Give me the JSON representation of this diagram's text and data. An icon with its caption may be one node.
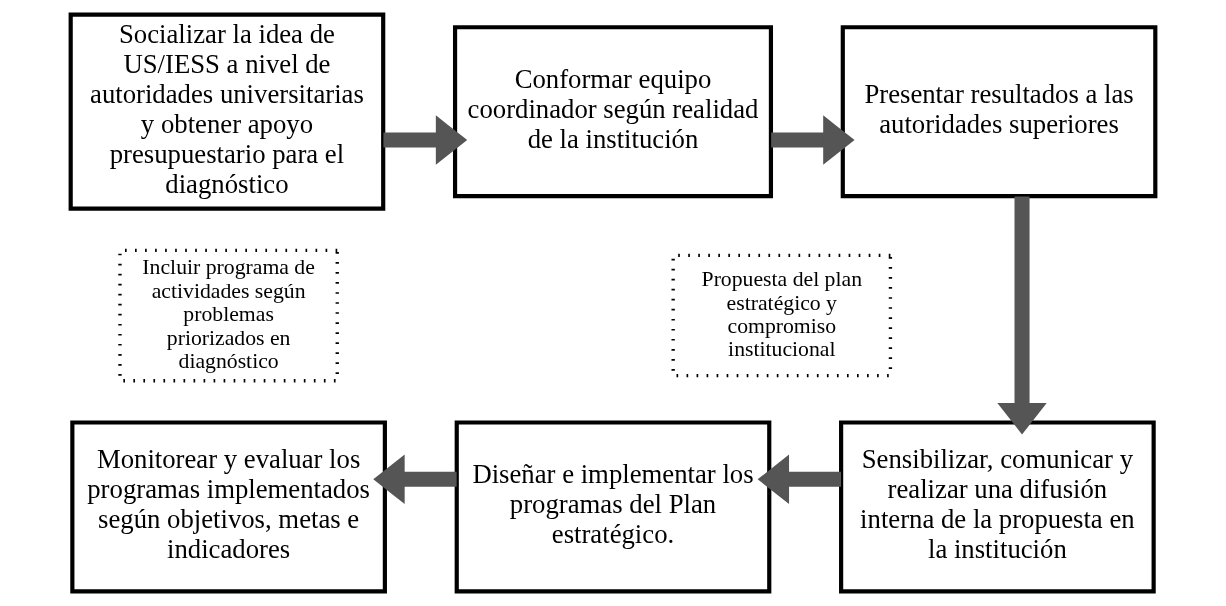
{
  "diagram": {
    "nodes": [
      {
        "text": [
          "Socializar la idea de US/IESS a nivel de autoridades universitarias y obtener apoyo presupuestario para el diagnóstico"
        ]
      },
      {
        "text": [
          "Conformar equipo coordinador según realidad de la institución"
        ]
      },
      {
        "text": [
          "Presentar resultados a las autoridades superiores"
        ]
      },
      {
        "text": [
          "Sensibilizar, comunicar y realizar una difusión interna de la propuesta en la institución"
        ]
      },
      {
        "text": [
          "Diseñar e implementar los programas del Plan estratégico."
        ]
      },
      {
        "text": [
          "Monitorear y evaluar los programas implementados según objetivos, metas e indicadores"
        ]
      },
      {
        "text": [
          "Incluir programa de actividades según problemas priorizados en diagnóstico"
        ]
      },
      {
        "text": [
          "Propuesta del plan estratégico y compromiso institucional"
        ]
      }
    ],
    "edges": [
      {
        "from": 0,
        "to": 1,
        "arrow": "to"
      },
      {
        "from": 1,
        "to": 2,
        "arrow": "to"
      },
      {
        "from": 2,
        "to": 3,
        "arrow": "to"
      },
      {
        "from": 3,
        "to": 4,
        "arrow": "to"
      },
      {
        "from": 4,
        "to": 5,
        "arrow": "to"
      }
    ]
  }
}
